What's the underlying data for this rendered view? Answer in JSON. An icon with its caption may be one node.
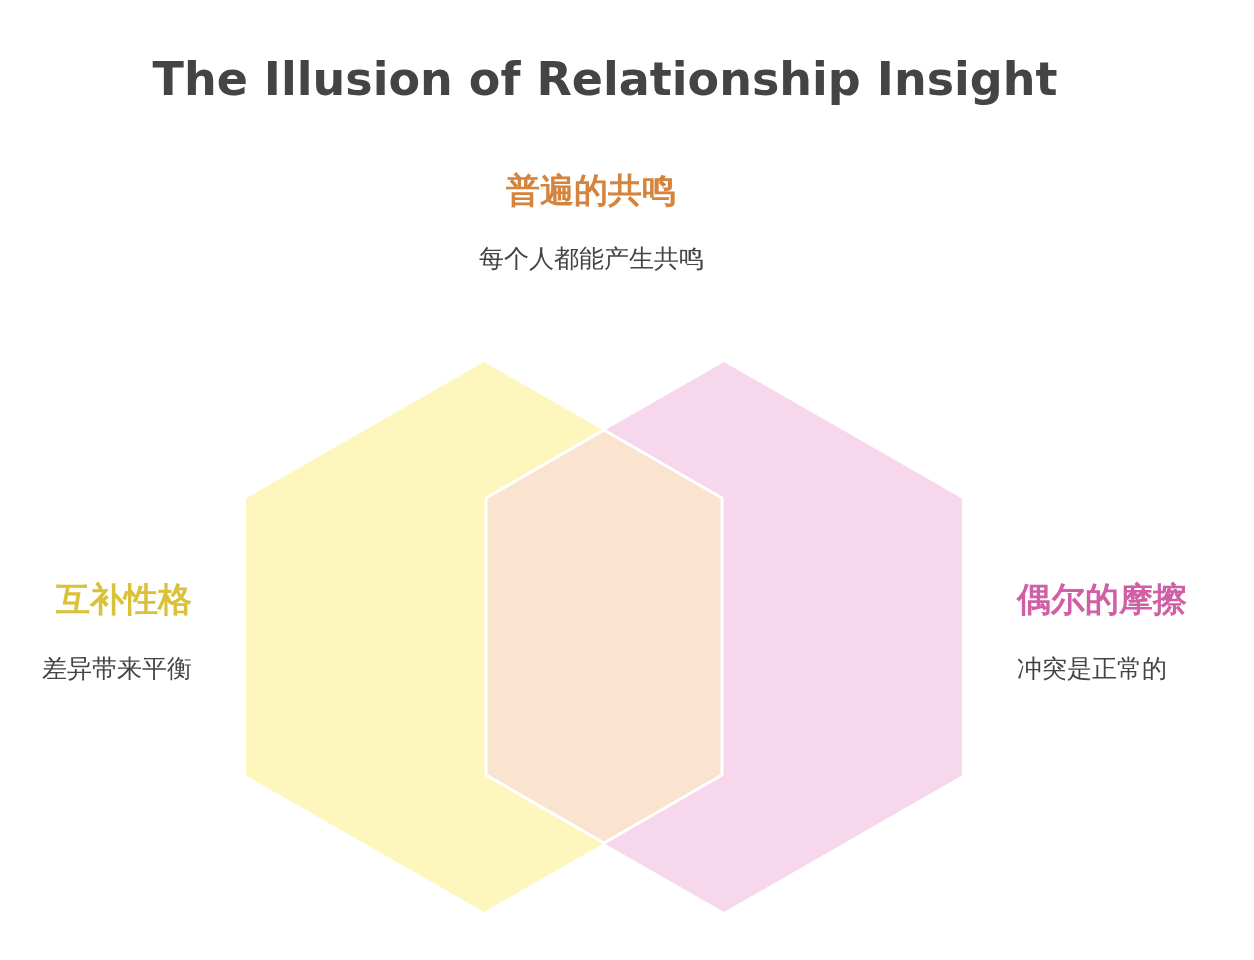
{
  "diagram": {
    "title": "The Illusion of Relationship Insight",
    "nodes": [
      {
        "text": [
          "互补性格",
          "差异带来平衡"
        ]
      },
      {
        "text": [
          "偶尔的摩擦",
          "冲突是正常的"
        ]
      },
      {
        "text": [],
        "shape": "hexagon"
      }
    ],
    "labels": [
      "普遍的共鸣",
      "每个人都能产生共鸣"
    ]
  }
}
